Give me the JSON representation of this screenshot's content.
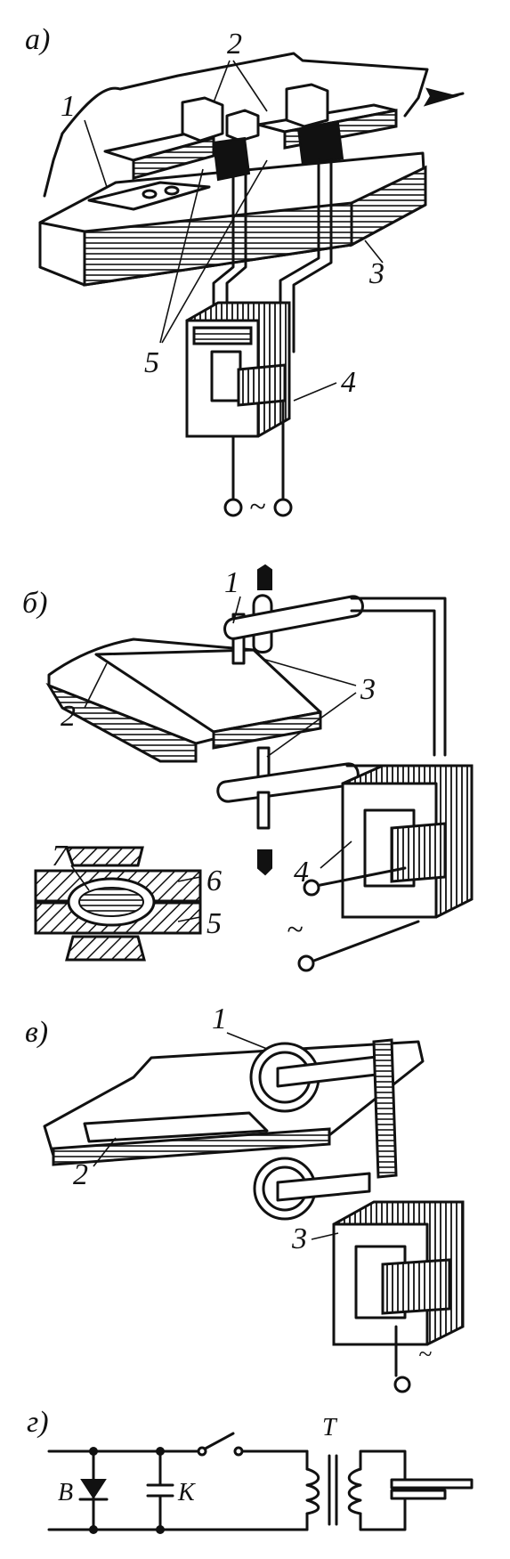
{
  "panels": {
    "a": {
      "letter": "а)",
      "callouts": [
        "1",
        "2",
        "3",
        "4",
        "5"
      ],
      "ac_symbol": "~"
    },
    "b": {
      "letter": "б)",
      "callouts": [
        "1",
        "2",
        "3",
        "4",
        "5",
        "6",
        "7"
      ],
      "ac_symbol": "~"
    },
    "v": {
      "letter": "в)",
      "callouts": [
        "1",
        "2",
        "3"
      ],
      "ac_symbol": "~"
    },
    "g": {
      "letter": "г)",
      "labels": {
        "diode": "В",
        "capacitor": "К",
        "transformer": "Т"
      }
    }
  }
}
